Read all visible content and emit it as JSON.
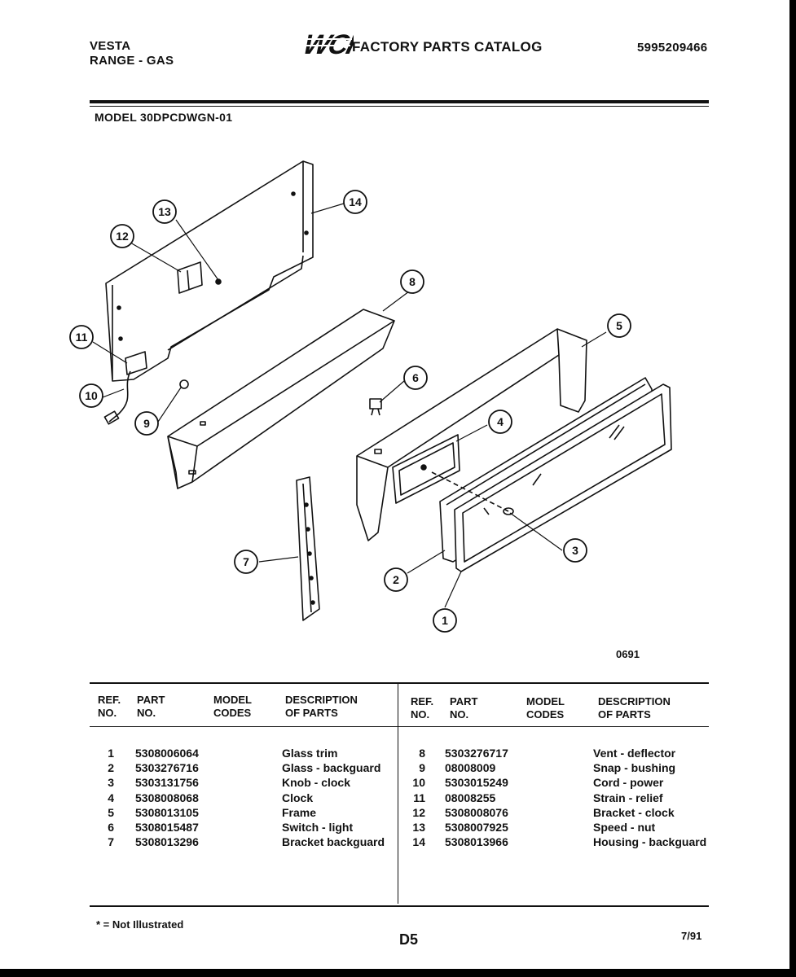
{
  "header": {
    "brand": "VESTA",
    "product": "RANGE - GAS",
    "logo_text": "WCI",
    "catalog_title": "FACTORY PARTS CATALOG",
    "catalog_number": "5995209466",
    "model": "MODEL 30DPCDWGN-01"
  },
  "diagram": {
    "callouts": [
      "1",
      "2",
      "3",
      "4",
      "5",
      "6",
      "7",
      "8",
      "9",
      "10",
      "11",
      "12",
      "13",
      "14"
    ],
    "drawing_code": "0691"
  },
  "table": {
    "headers": {
      "ref_no": "REF.\nNO.",
      "part_no": "PART\nNO.",
      "model_codes": "MODEL\nCODES",
      "description": "DESCRIPTION\nOF PARTS"
    },
    "left_rows": [
      {
        "ref": "1",
        "part": "5308006064",
        "desc": "Glass trim"
      },
      {
        "ref": "2",
        "part": "5303276716",
        "desc": "Glass - backguard"
      },
      {
        "ref": "3",
        "part": "5303131756",
        "desc": "Knob - clock"
      },
      {
        "ref": "4",
        "part": "5308008068",
        "desc": "Clock"
      },
      {
        "ref": "5",
        "part": "5308013105",
        "desc": "Frame"
      },
      {
        "ref": "6",
        "part": "5308015487",
        "desc": "Switch - light"
      },
      {
        "ref": "7",
        "part": "5308013296",
        "desc": "Bracket backguard"
      }
    ],
    "right_rows": [
      {
        "ref": "8",
        "part": "5303276717",
        "desc": "Vent - deflector"
      },
      {
        "ref": "9",
        "part": "08008009",
        "desc": "Snap - bushing"
      },
      {
        "ref": "10",
        "part": "5303015249",
        "desc": "Cord - power"
      },
      {
        "ref": "11",
        "part": "08008255",
        "desc": "Strain - relief"
      },
      {
        "ref": "12",
        "part": "5308008076",
        "desc": "Bracket - clock"
      },
      {
        "ref": "13",
        "part": "5308007925",
        "desc": "Speed - nut"
      },
      {
        "ref": "14",
        "part": "5308013966",
        "desc": "Housing - backguard"
      }
    ]
  },
  "footer": {
    "note": "* = Not Illustrated",
    "page": "D5",
    "date": "7/91"
  }
}
